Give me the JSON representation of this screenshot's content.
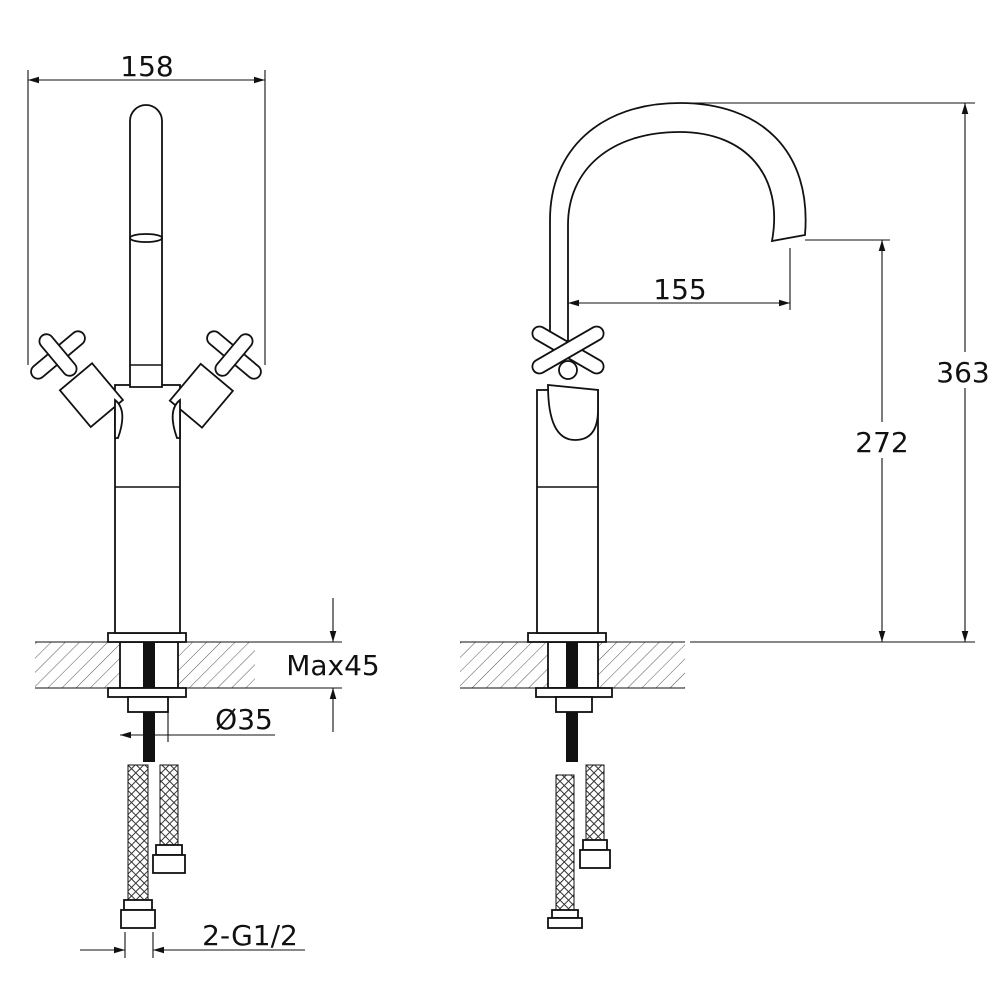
{
  "drawing": {
    "front_view": {
      "width_label": "158",
      "max_thickness_label": "Max45",
      "hole_diameter_label": "Ø35",
      "connection_label": "2-G1/2"
    },
    "side_view": {
      "reach_label": "155",
      "total_height_label": "363",
      "spout_height_label": "272"
    },
    "colors": {
      "line": "#111111",
      "background": "#ffffff"
    }
  }
}
